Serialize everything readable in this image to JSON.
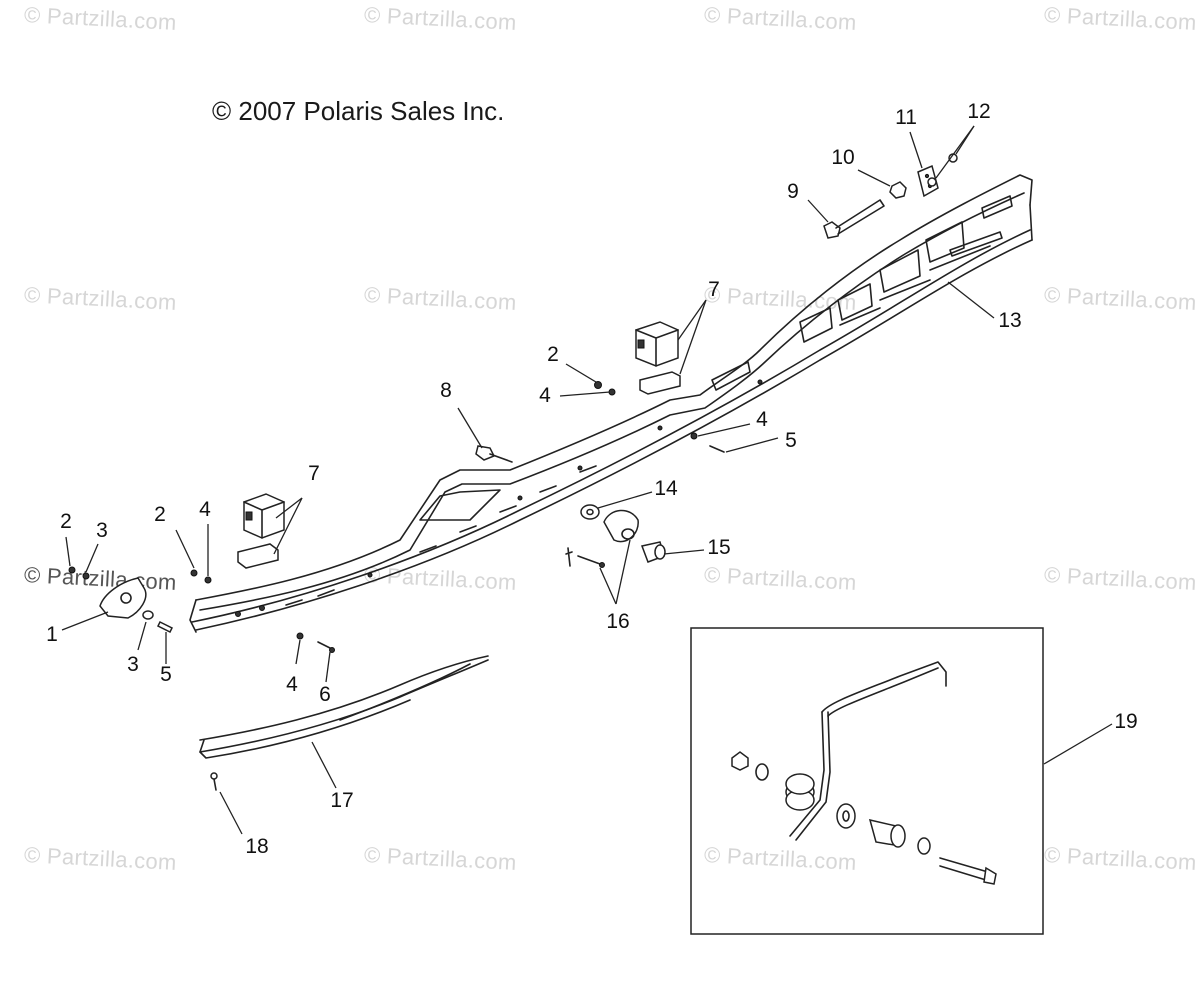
{
  "watermark": "© Partzilla.com",
  "copyright": "© 2007 Polaris Sales Inc.",
  "callouts": {
    "c1": "1",
    "c2a": "2",
    "c2b": "2",
    "c2c": "2",
    "c3a": "3",
    "c3b": "3",
    "c4a": "4",
    "c4b": "4",
    "c4c": "4",
    "c4d": "4",
    "c5a": "5",
    "c5b": "5",
    "c6": "6",
    "c7a": "7",
    "c7b": "7",
    "c8": "8",
    "c9": "9",
    "c10": "10",
    "c11": "11",
    "c12": "12",
    "c13": "13",
    "c14": "14",
    "c15": "15",
    "c16": "16",
    "c17": "17",
    "c18": "18",
    "c19": "19"
  }
}
